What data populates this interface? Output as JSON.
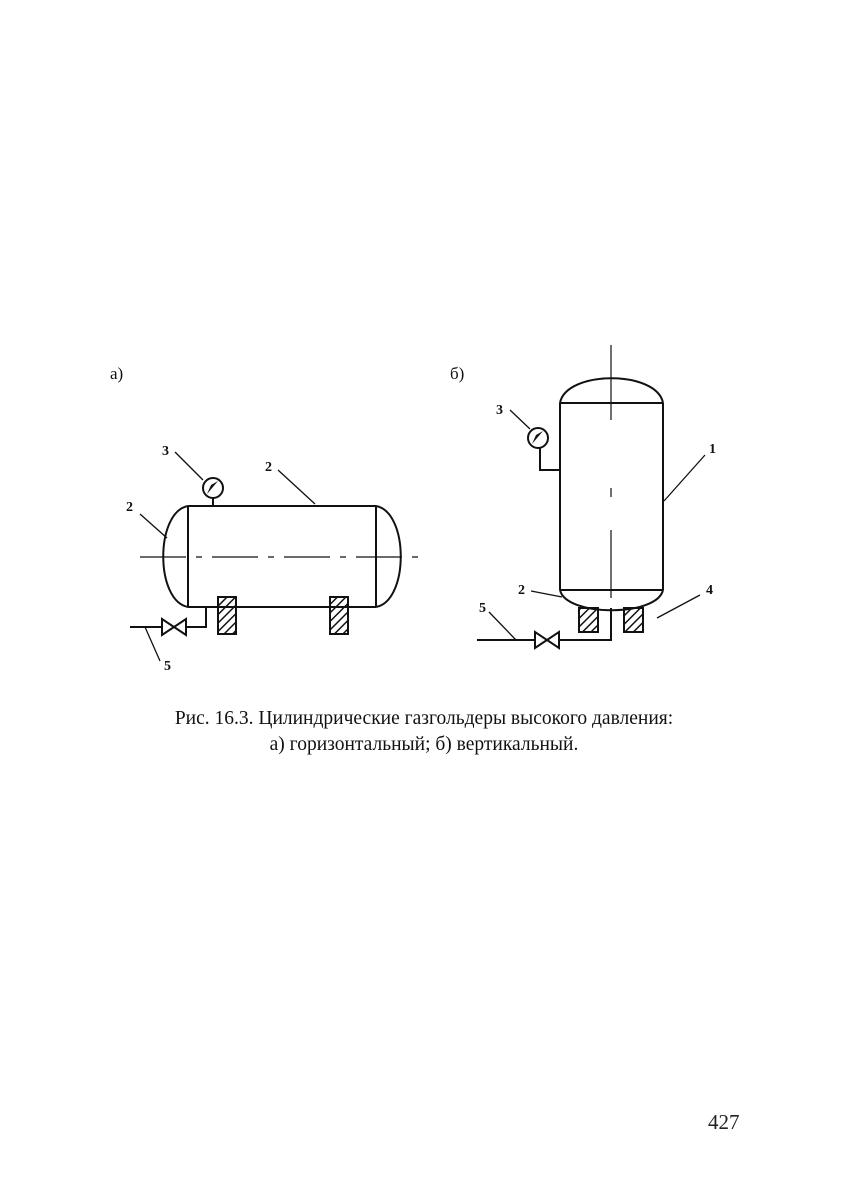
{
  "figure": {
    "part_a_label": "а)",
    "part_b_label": "б)",
    "horizontal": {
      "callouts": [
        {
          "id": "gauge",
          "text": "3"
        },
        {
          "id": "shell-top",
          "text": "2"
        },
        {
          "id": "head-left",
          "text": "2"
        },
        {
          "id": "pipe",
          "text": "5"
        }
      ]
    },
    "vertical": {
      "callouts": [
        {
          "id": "gauge",
          "text": "3"
        },
        {
          "id": "shell",
          "text": "1"
        },
        {
          "id": "head-bottom",
          "text": "2"
        },
        {
          "id": "support",
          "text": "4"
        },
        {
          "id": "pipe",
          "text": "5"
        }
      ]
    }
  },
  "caption": {
    "line1": "Рис. 16.3. Цилиндрические газгольдеры высокого давления:",
    "line2": "а) горизонтальный; б) вертикальный."
  },
  "page_number": "427",
  "colors": {
    "ink": "#111111",
    "paper": "#ffffff"
  }
}
